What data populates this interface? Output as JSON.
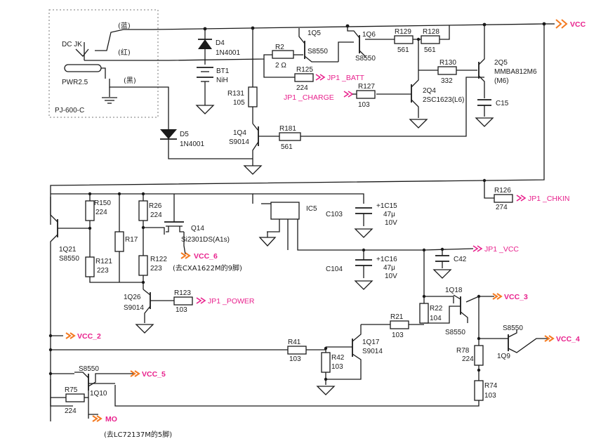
{
  "connector": {
    "dc_jack": "DC JK",
    "plug": "PWR2.5",
    "part": "PJ-600-C",
    "wire_blue": "(蓝)",
    "wire_red": "(红)",
    "wire_black": "(黑)"
  },
  "nets": {
    "vcc": "VCC",
    "jp1_batt": "JP1 _BATT",
    "jp1_charge": "JP1 _CHARGE",
    "jp1_chkin": "JP1 _CHKIN",
    "jp1_vcc": "JP1 _VCC",
    "jp1_power": "JP1 _POWER",
    "vcc_2": "VCC_2",
    "vcc_3": "VCC_3",
    "vcc_4": "VCC_4",
    "vcc_5": "VCC_5",
    "vcc_6": "VCC_6",
    "mo": "MO"
  },
  "notes": {
    "vcc6_note": "(去CXA1622M的9脚)",
    "mo_note": "(去LC72137M的5脚)"
  },
  "components": {
    "d4": {
      "ref": "D4",
      "value": "1N4001"
    },
    "d5": {
      "ref": "D5",
      "value": "1N4001"
    },
    "bt1": {
      "ref": "BT1",
      "value": "NiH"
    },
    "r2": {
      "ref": "R2",
      "value": "2 Ω"
    },
    "r131": {
      "ref": "R131",
      "value": "105"
    },
    "r125": {
      "ref": "R125",
      "value": "224"
    },
    "r127": {
      "ref": "R127",
      "value": "103"
    },
    "r181": {
      "ref": "R181",
      "value": "561"
    },
    "r129": {
      "ref": "R129",
      "value": "561"
    },
    "r128": {
      "ref": "R128",
      "value": "561"
    },
    "r130": {
      "ref": "R130",
      "value": "332"
    },
    "r126": {
      "ref": "R126",
      "value": "274"
    },
    "r150": {
      "ref": "R150",
      "value": "224"
    },
    "r121": {
      "ref": "R121",
      "value": "223"
    },
    "r17": {
      "ref": "R17",
      "value": ""
    },
    "r26": {
      "ref": "R26",
      "value": "224"
    },
    "r122": {
      "ref": "R122",
      "value": "223"
    },
    "r123": {
      "ref": "R123",
      "value": "103"
    },
    "r41": {
      "ref": "R41",
      "value": "103"
    },
    "r42": {
      "ref": "R42",
      "value": "103"
    },
    "r21": {
      "ref": "R21",
      "value": "103"
    },
    "r22": {
      "ref": "R22",
      "value": "104"
    },
    "r78": {
      "ref": "R78",
      "value": "224"
    },
    "r74": {
      "ref": "R74",
      "value": "103"
    },
    "r75": {
      "ref": "R75",
      "value": "224"
    },
    "q5": {
      "ref": "1Q5",
      "value": "S8550"
    },
    "q6": {
      "ref": "1Q6",
      "value": "S8550"
    },
    "q4": {
      "ref": "1Q4",
      "value": "S9014"
    },
    "q2_4": {
      "ref": "2Q4",
      "value": "2SC1623(L6)"
    },
    "q2_5": {
      "ref": "2Q5",
      "value": "MMBA812M6",
      "value2": "(M6)"
    },
    "q21": {
      "ref": "1Q21",
      "value": "S8550"
    },
    "q14": {
      "ref": "Q14",
      "value": "Si2301DS(A1s)"
    },
    "q26": {
      "ref": "1Q26",
      "value": "S9014"
    },
    "q17": {
      "ref": "1Q17",
      "value": "S9014"
    },
    "q18": {
      "ref": "1Q18",
      "value": "S8550"
    },
    "q9": {
      "ref": "1Q9",
      "value": "S8550"
    },
    "q10": {
      "ref": "1Q10",
      "value": "S8550"
    },
    "c15": {
      "ref": "C15"
    },
    "c42": {
      "ref": "C42"
    },
    "c103": {
      "ref": "C103"
    },
    "c104": {
      "ref": "C104"
    },
    "ic5": {
      "ref": "IC5"
    },
    "c1_15": {
      "ref": "+1C15",
      "value": "47μ",
      "volt": "10V"
    },
    "c1_16": {
      "ref": "+1C16",
      "value": "47μ",
      "volt": "10V"
    }
  },
  "colors": {
    "net_label": "#e8208c",
    "arrow": "#f47a20",
    "wire": "#1a1a1a"
  }
}
